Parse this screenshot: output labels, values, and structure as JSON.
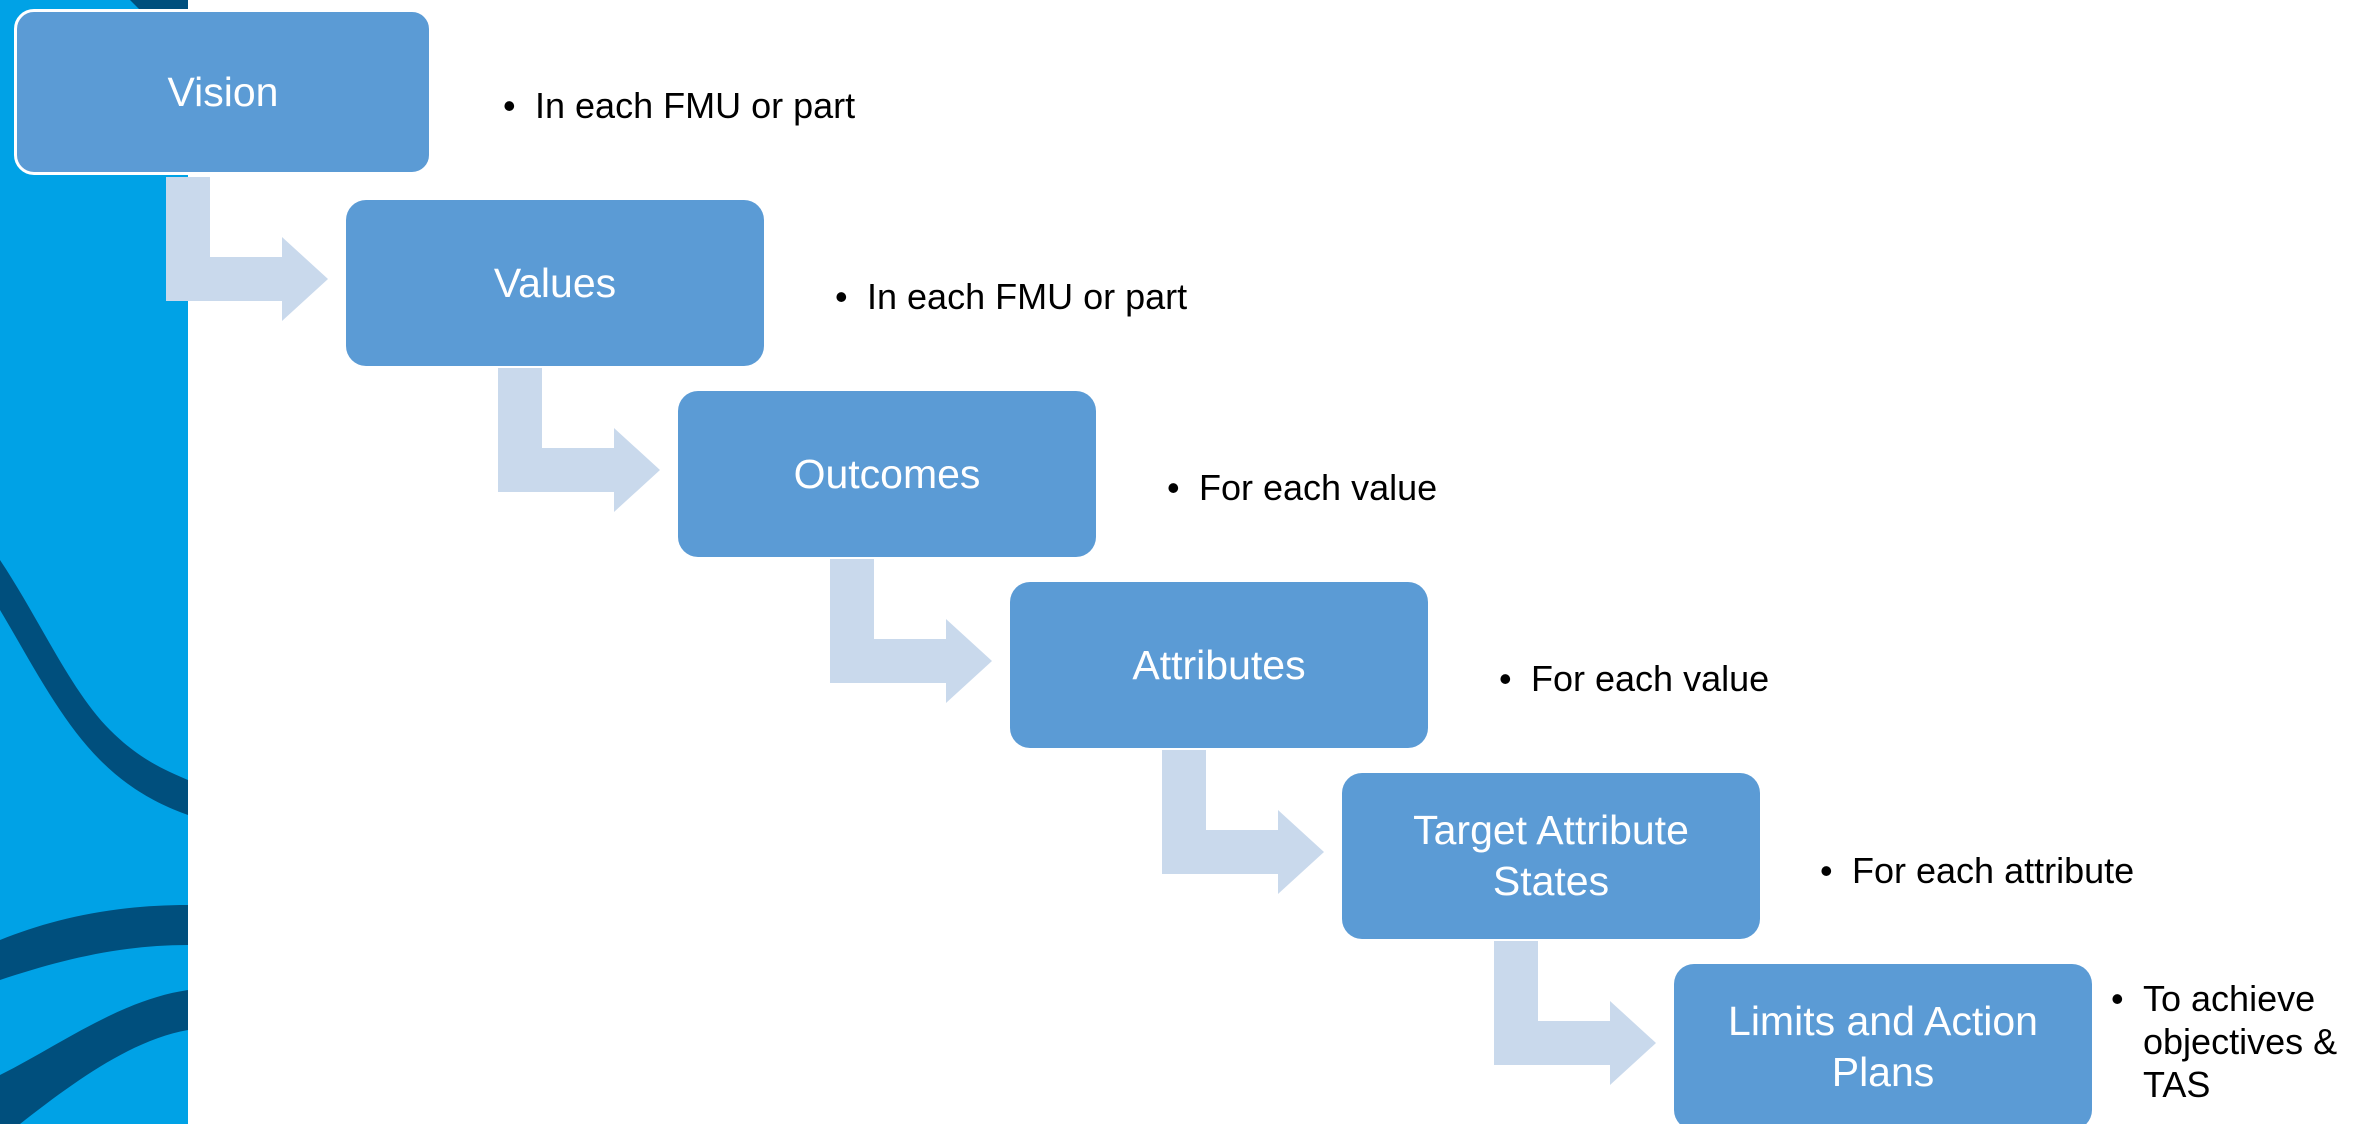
{
  "colors": {
    "side_band": "#00a2e6",
    "side_waves": "#004f7d",
    "box_fill": "#5b9bd5",
    "box_text": "#ffffff",
    "connector": "#c9d9ec",
    "note_text": "#000000"
  },
  "bullet_glyph": "•",
  "steps": [
    {
      "label": "Vision",
      "note": "In each FMU or part"
    },
    {
      "label": "Values",
      "note": "In each FMU or part"
    },
    {
      "label": "Outcomes",
      "note": "For each value"
    },
    {
      "label": "Attributes",
      "note": "For each value"
    },
    {
      "label": "Target Attribute States",
      "note": "For each attribute"
    },
    {
      "label": "Limits and Action Plans",
      "note": "To achieve objectives & TAS"
    }
  ]
}
